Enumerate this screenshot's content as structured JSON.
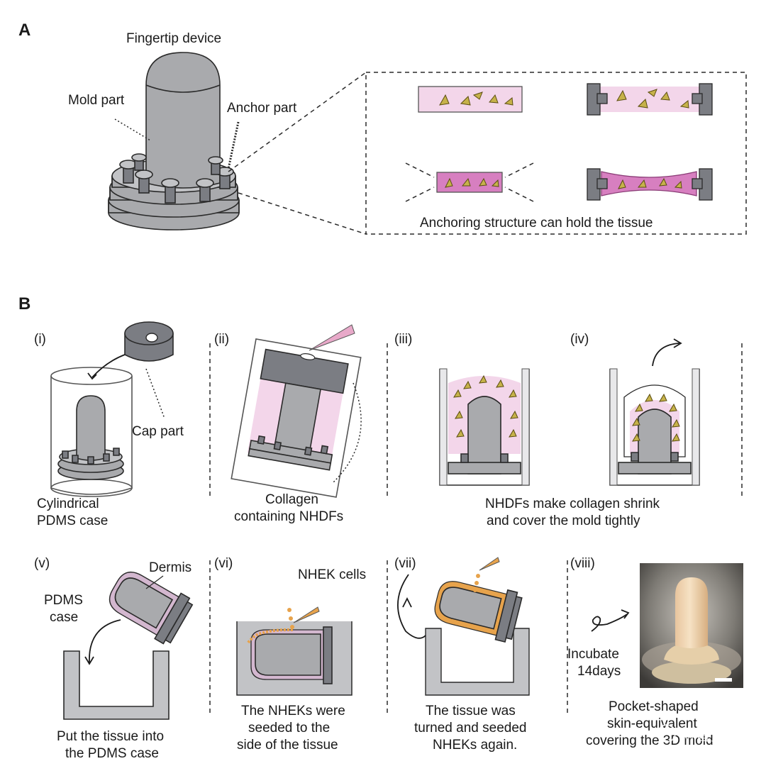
{
  "panel_a": {
    "label": "A",
    "device_title": "Fingertip device",
    "mold_part": "Mold part",
    "anchor_part": "Anchor part",
    "inset_caption": "Anchoring structure can hold the tissue"
  },
  "panel_b": {
    "label": "B",
    "steps": [
      {
        "num": "(i)",
        "lines": [
          "Cylindrical",
          "PDMS case"
        ],
        "extra": "Cap part"
      },
      {
        "num": "(ii)",
        "lines": [
          "Collagen",
          "containing NHDFs"
        ]
      },
      {
        "num": "(iii)",
        "lines": [
          "NHDFs make collagen shrink",
          "and cover the mold tightly"
        ]
      },
      {
        "num": "(iv)",
        "lines": []
      },
      {
        "num": "(v)",
        "lines": [
          "Put the tissue into",
          "the PDMS case"
        ],
        "extra_a": "Dermis",
        "extra_b1": "PDMS",
        "extra_b2": "case"
      },
      {
        "num": "(vi)",
        "lines": [
          "The NHEKs were",
          "seeded to the",
          "side of the tissue"
        ],
        "extra": "NHEK cells"
      },
      {
        "num": "(vii)",
        "lines": [
          "The tissue was",
          "turned and seeded",
          "NHEKs again."
        ]
      },
      {
        "num": "(viii)",
        "lines": [
          "Pocket-shaped",
          "skin-equivalent",
          "covering the 3D mold"
        ],
        "extra_a": "Incubate",
        "extra_b": "14days"
      }
    ]
  },
  "watermark": "新智元",
  "colors": {
    "grey": "#a9aaad",
    "dark": "#7b7d83",
    "pink": "#f3d6ea",
    "pink_dark": "#d77fc0",
    "cell": "#c6b24a",
    "nhek": "#e7a34c"
  }
}
